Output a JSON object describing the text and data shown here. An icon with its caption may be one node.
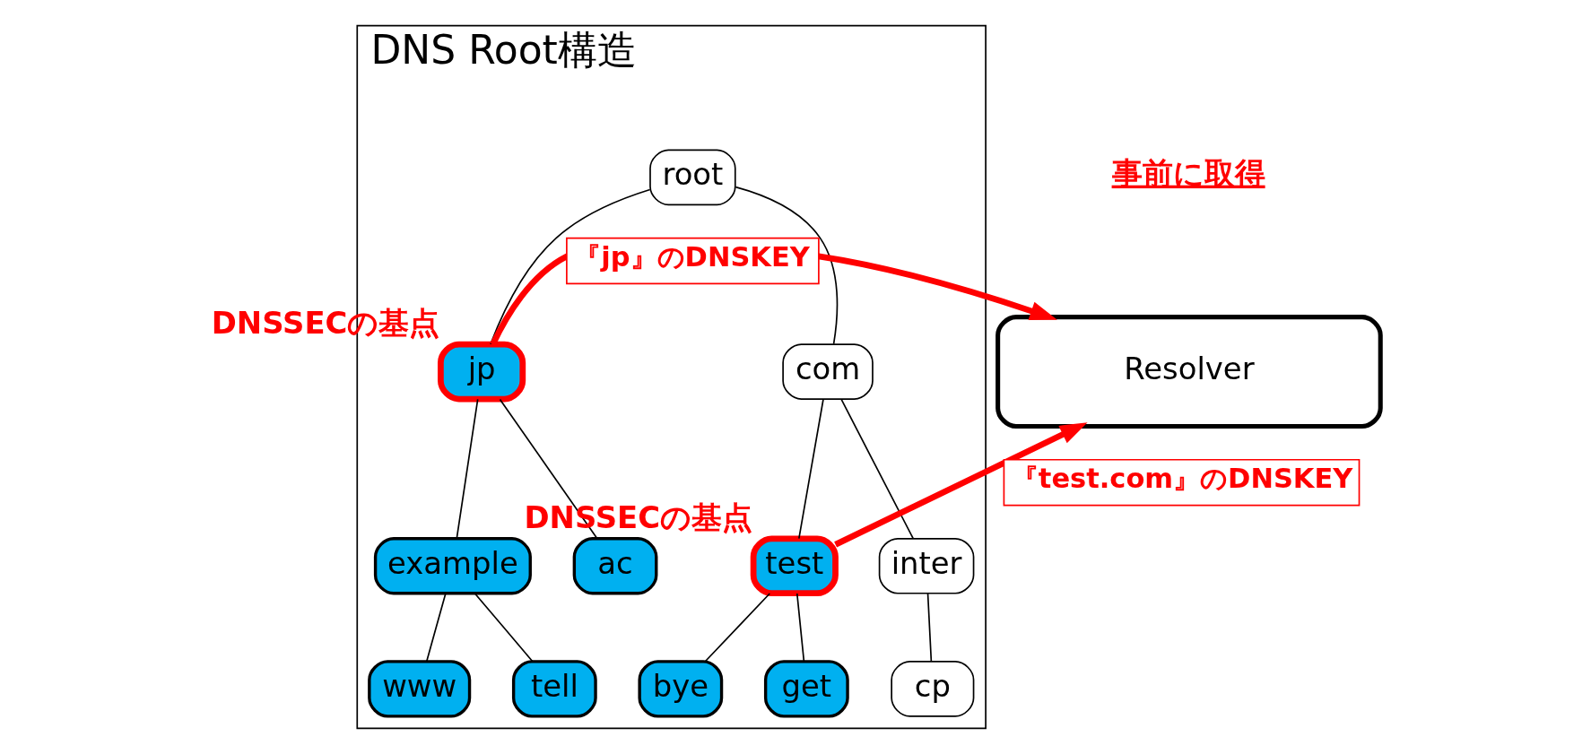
{
  "diagram": {
    "nodes": [
      {
        "text": [
          "Resolver"
        ]
      },
      {
        "text": [
          "DNS Root構造"
        ]
      },
      {
        "text": [
          "root"
        ],
        "in": 1
      },
      {
        "text": [
          "jp"
        ],
        "in": 1,
        "beside": [
          "DNSSECの基点"
        ]
      },
      {
        "text": [
          "com"
        ],
        "in": 1
      },
      {
        "text": [
          "example"
        ],
        "in": 1
      },
      {
        "text": [
          "ac"
        ],
        "in": 1
      },
      {
        "text": [
          "test"
        ],
        "in": 1,
        "beside": [
          "DNSSECの基点"
        ]
      },
      {
        "text": [
          "inter"
        ],
        "in": 1
      },
      {
        "text": [
          "www"
        ],
        "in": 1
      },
      {
        "text": [
          "tell"
        ],
        "in": 1
      },
      {
        "text": [
          "bye"
        ],
        "in": 1
      },
      {
        "text": [
          "get"
        ],
        "in": 1
      },
      {
        "text": [
          "cp"
        ],
        "in": 1
      }
    ],
    "edges": [
      {
        "from": 2,
        "to": 3,
        "arrow": "none"
      },
      {
        "from": 2,
        "to": 4,
        "arrow": "none"
      },
      {
        "from": 3,
        "to": 5,
        "arrow": "none"
      },
      {
        "from": 3,
        "to": 6,
        "arrow": "none"
      },
      {
        "from": 4,
        "to": 7,
        "arrow": "none"
      },
      {
        "from": 4,
        "to": 8,
        "arrow": "none"
      },
      {
        "from": 5,
        "to": 9,
        "arrow": "none"
      },
      {
        "from": 5,
        "to": 10,
        "arrow": "none"
      },
      {
        "from": 7,
        "to": 11,
        "arrow": "none"
      },
      {
        "from": 7,
        "to": 12,
        "arrow": "none"
      },
      {
        "from": 8,
        "to": 13,
        "arrow": "none"
      },
      {
        "from": 7,
        "to": 0,
        "arrow": "to",
        "label": "『test.com』のDNSKEY",
        "style": "thick",
        "color": "#ff0000"
      },
      {
        "from": 3,
        "to": 0,
        "arrow": "to",
        "label": "『jp』のDNSKEY",
        "style": "thick",
        "color": "#ff0000"
      }
    ],
    "labels": [
      "事前に取得"
    ]
  }
}
